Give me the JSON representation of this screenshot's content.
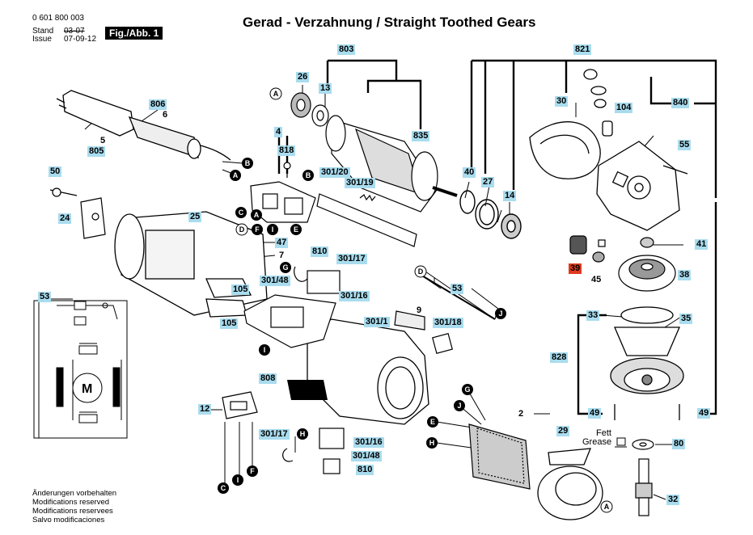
{
  "header": {
    "doc_number": "0 601 800 003",
    "stand_label": "Stand",
    "issue_label": "Issue",
    "stand_old": "03-07",
    "issue_date": "07-09-12",
    "fig_label": "Fig./Abb. 1",
    "title": "Gerad - Verzahnung / Straight Toothed Gears"
  },
  "footer": [
    "Änderungen vorbehalten",
    "Modifications reserved",
    "Modifications reservees",
    "Salvo modificaciones"
  ],
  "grease_label": [
    "Fett",
    "Grease"
  ],
  "letters": [
    "A",
    "B",
    "C",
    "D",
    "E",
    "F",
    "G",
    "H",
    "I",
    "J"
  ],
  "parts": {
    "p803": "803",
    "p821": "821",
    "p26": "26",
    "p13": "13",
    "p806": "806",
    "p6": "6",
    "p5": "5",
    "p805": "805",
    "p835": "835",
    "p30": "30",
    "p104": "104",
    "p840": "840",
    "p4": "4",
    "p818": "818",
    "p301_20": "301/20",
    "p301_19": "301/19",
    "p50": "50",
    "p40": "40",
    "p27": "27",
    "p14": "14",
    "p55": "55",
    "p24": "24",
    "p25": "25",
    "p47": "47",
    "p7": "7",
    "p810a": "810",
    "p301_17a": "301/17",
    "p41": "41",
    "p39": "39",
    "p45": "45",
    "p38": "38",
    "p53a": "53",
    "p301_48a": "301/48",
    "p301_16a": "301/16",
    "p105a": "105",
    "p53b": "53",
    "p105b": "105",
    "p9": "9",
    "p301_1": "301/1",
    "p301_18": "301/18",
    "p33": "33",
    "p35": "35",
    "p828": "828",
    "p808": "808",
    "p12": "12",
    "p49a": "49",
    "p49b": "49",
    "p2": "2",
    "p29": "29",
    "p301_17b": "301/17",
    "p301_16b": "301/16",
    "p301_48b": "301/48",
    "p810b": "810",
    "p80": "80",
    "p32": "32"
  },
  "colors": {
    "label_bg": "#a9dcee",
    "highlight": "#e03a1f",
    "line": "#000000"
  }
}
